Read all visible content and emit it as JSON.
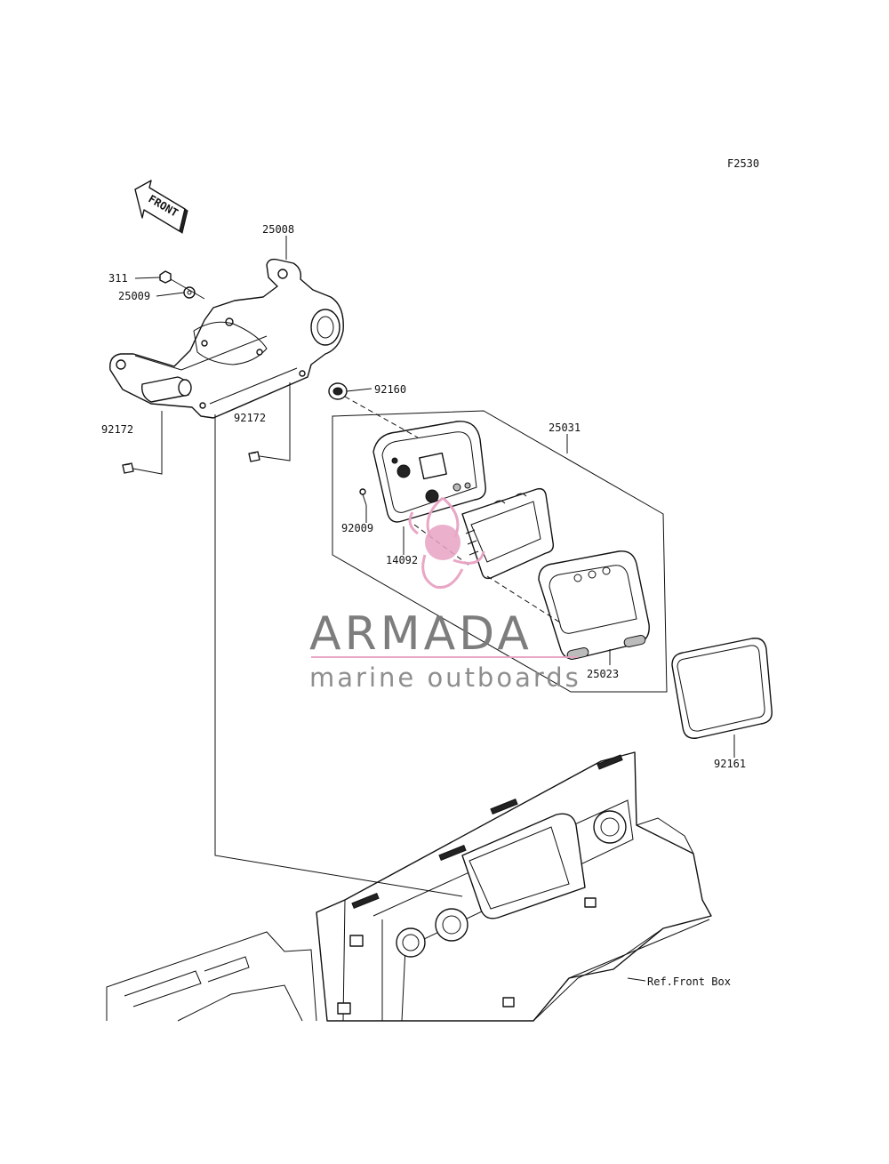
{
  "diagram": {
    "figure_code": "F2530",
    "direction_label": "FRONT",
    "parts": [
      {
        "number": "25008"
      },
      {
        "number": "311"
      },
      {
        "number": "25009"
      },
      {
        "number": "92160"
      },
      {
        "number": "92172"
      },
      {
        "number": "92172"
      },
      {
        "number": "25031"
      },
      {
        "number": "92009"
      },
      {
        "number": "14092"
      },
      {
        "number": "25023"
      },
      {
        "number": "92161"
      }
    ],
    "reference_label": "Ref.Front Box"
  },
  "watermark": {
    "brand": "ARMADA",
    "tagline": "marine outboards",
    "accent_color": "#e8a3c3",
    "text_color": "#777777"
  },
  "colors": {
    "line": "#111111",
    "background": "#ffffff"
  }
}
